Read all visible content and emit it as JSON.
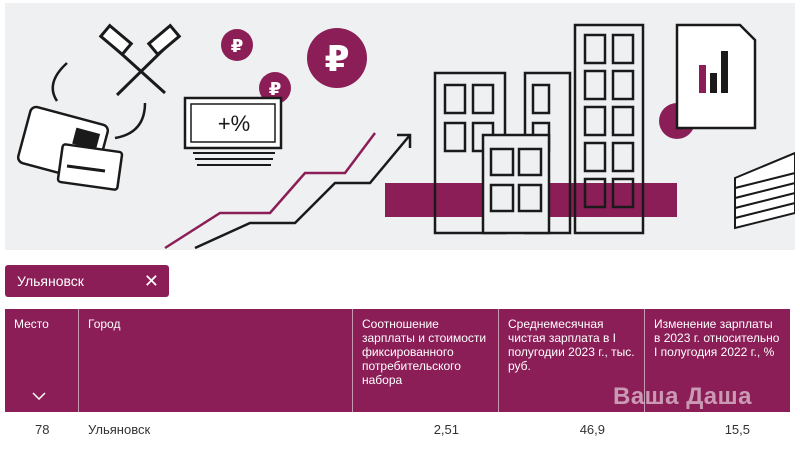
{
  "filter": {
    "city": "Ульяновск"
  },
  "table": {
    "headers": {
      "place": "Место",
      "city": "Город",
      "ratio": "Соотношение зарплаты и стоимости фиксированного потребительского набора",
      "salary": "Среднемесячная чистая зарплата в I полугодии 2023 г., тыс. руб.",
      "change": "Изменение зарплаты в 2023 г. относительно I полугодия 2022 г., %"
    },
    "rows": [
      {
        "place": "78",
        "city": "Ульяновск",
        "ratio": "2,51",
        "salary": "46,9",
        "change": "15,5"
      }
    ]
  },
  "banner": {
    "percent_label": "+%",
    "ruble_symbol": "₽"
  },
  "watermark": "Ваша Даша",
  "colors": {
    "accent": "#8b1e57",
    "banner_bg": "#eef0f2"
  }
}
